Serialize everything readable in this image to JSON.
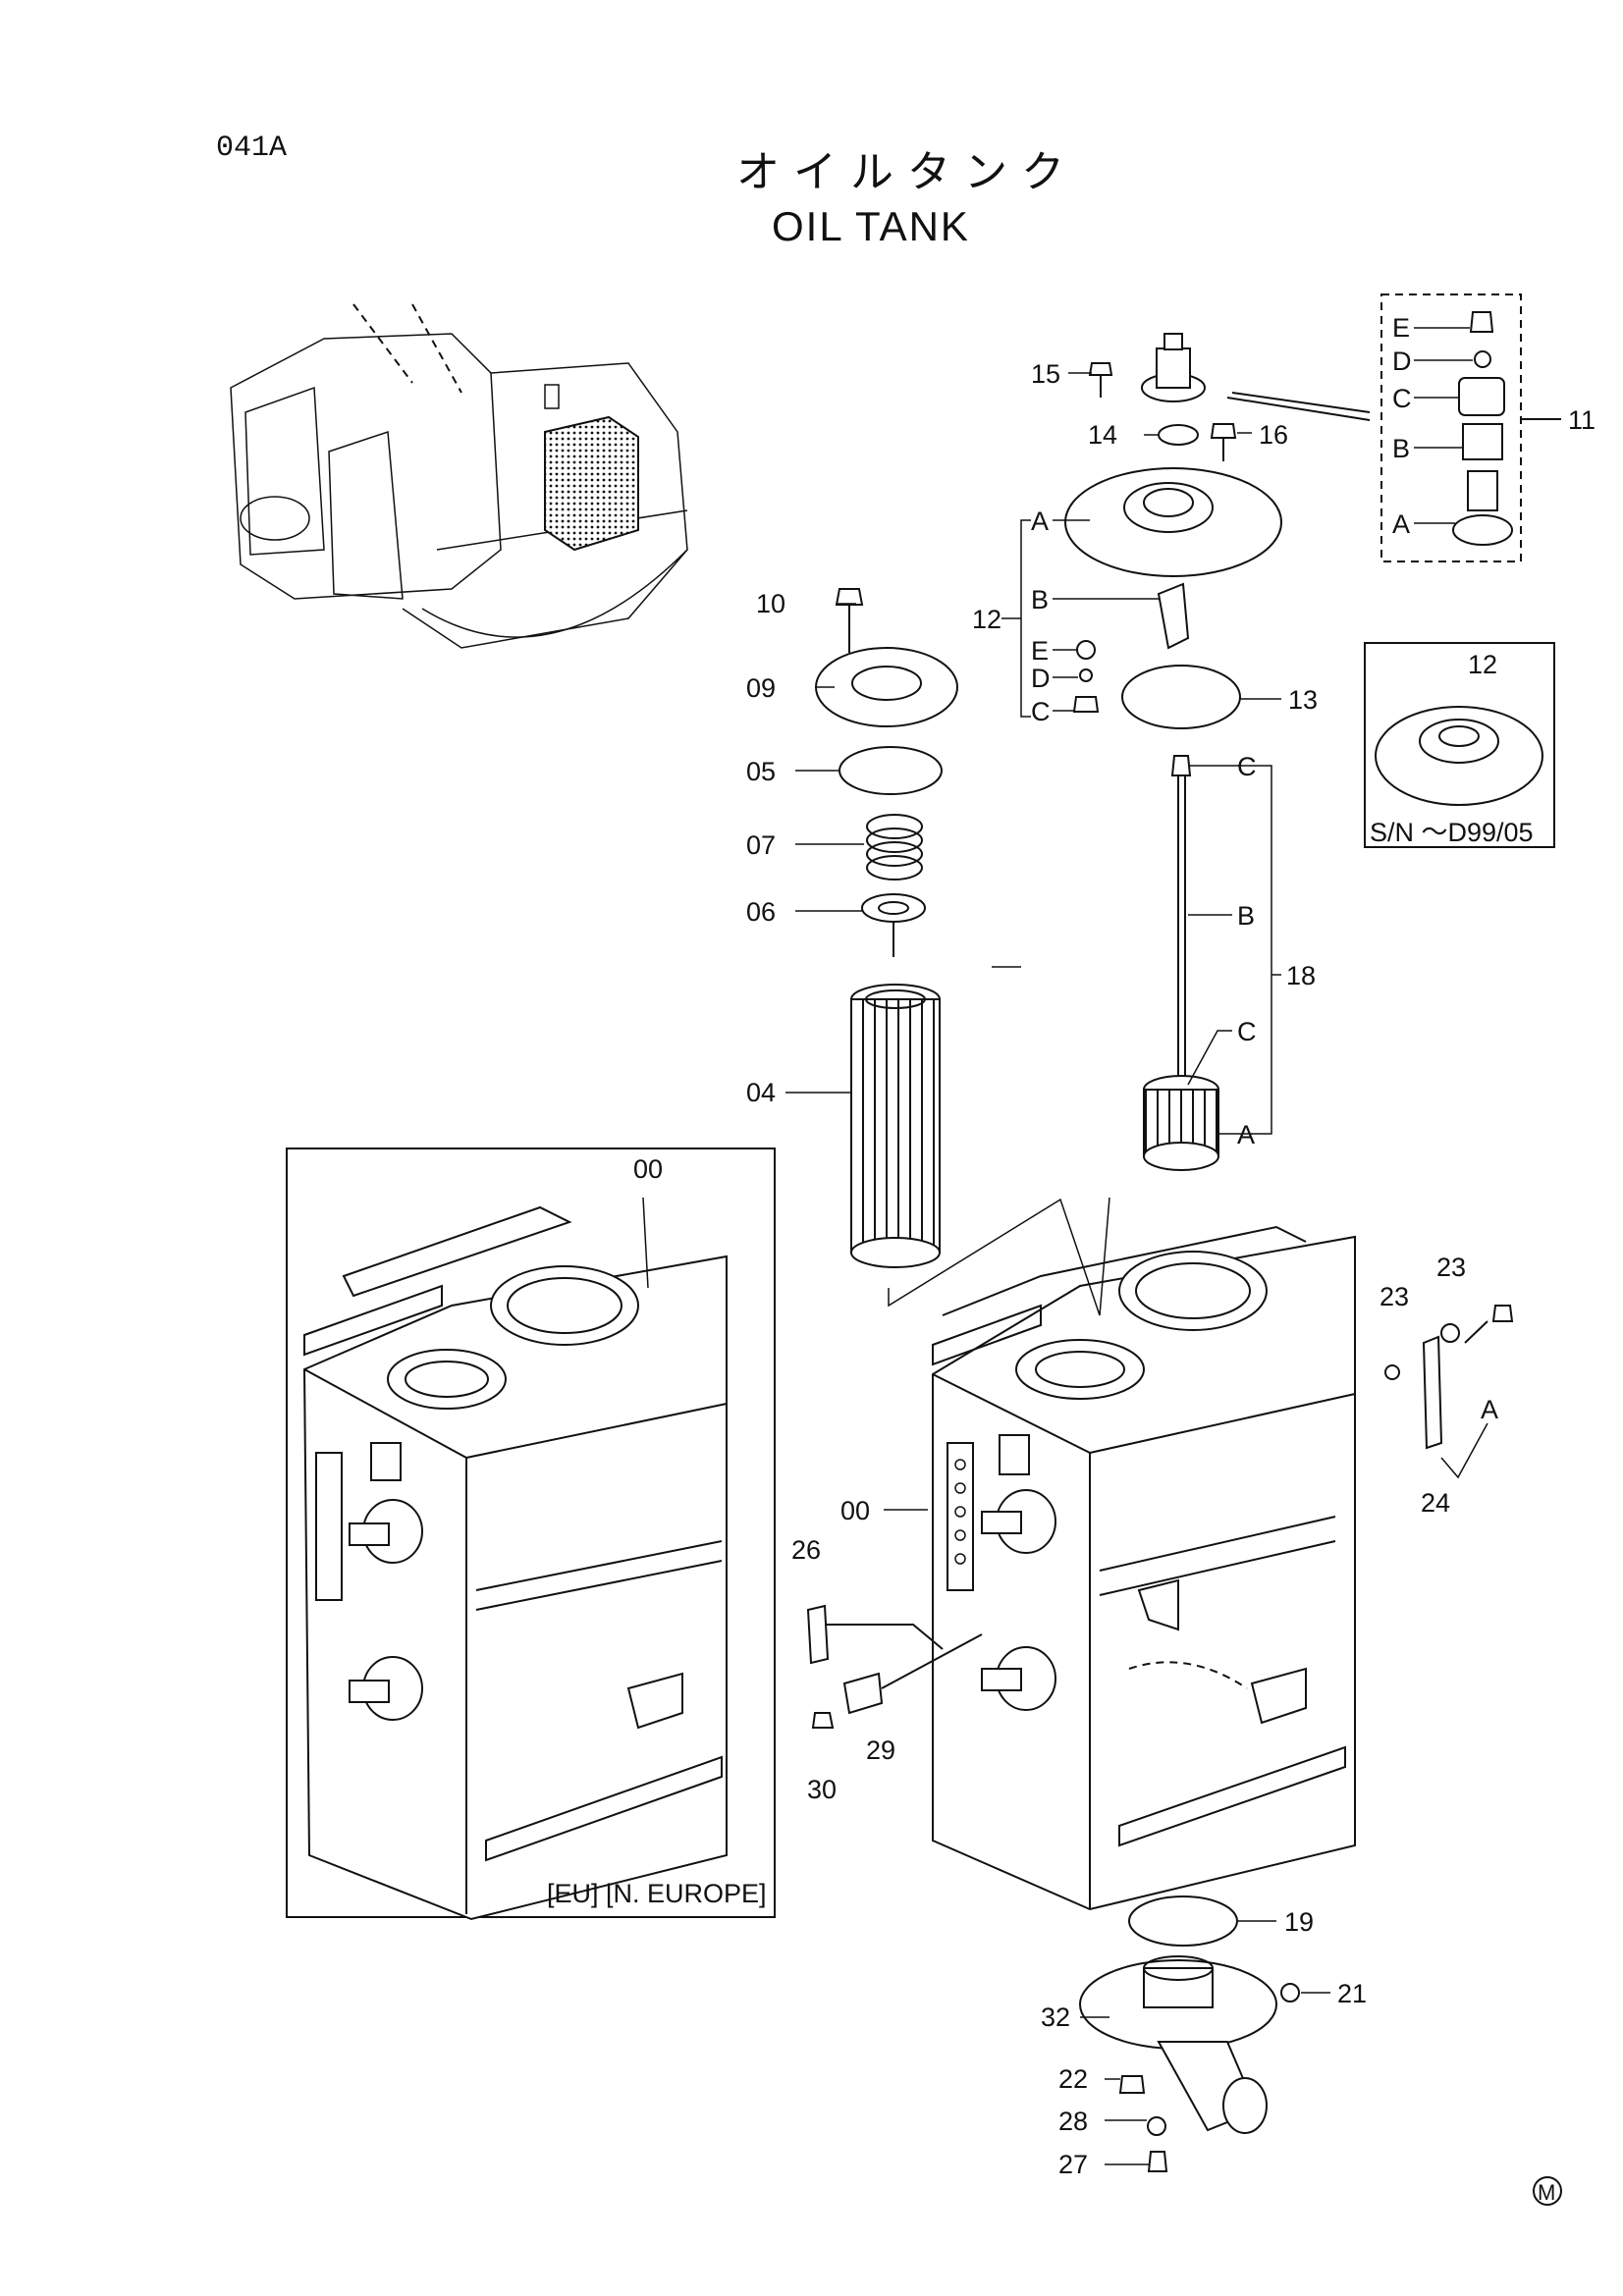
{
  "page_code": "041A",
  "title_jp": "オイルタンク",
  "title_en": "OIL TANK",
  "serial_note": "S/N ～D99/05",
  "region_note": "[EU] [N. EUROPE]",
  "mark": "M",
  "callouts": {
    "c00a": "00",
    "c00b": "00",
    "c04": "04",
    "c05": "05",
    "c06": "06",
    "c07": "07",
    "c09": "09",
    "c10": "10",
    "c11": "11",
    "c12a": "12",
    "c12b": "12",
    "c13": "13",
    "c14": "14",
    "c15": "15",
    "c16": "16",
    "c18": "18",
    "c19": "19",
    "c21": "21",
    "c22": "22",
    "c23a": "23",
    "c23b": "23",
    "c24": "24",
    "c26": "26",
    "c27": "27",
    "c28": "28",
    "c29": "29",
    "c30": "30",
    "c32": "32"
  },
  "sub_letters": {
    "k11_E": "E",
    "k11_D": "D",
    "k11_C": "C",
    "k11_B": "B",
    "k11_A": "A",
    "k12_A": "A",
    "k12_B": "B",
    "k12_E": "E",
    "k12_D": "D",
    "k12_C": "C",
    "k18_C1": "C",
    "k18_B": "B",
    "k18_C2": "C",
    "k18_A": "A",
    "k24_A": "A"
  }
}
